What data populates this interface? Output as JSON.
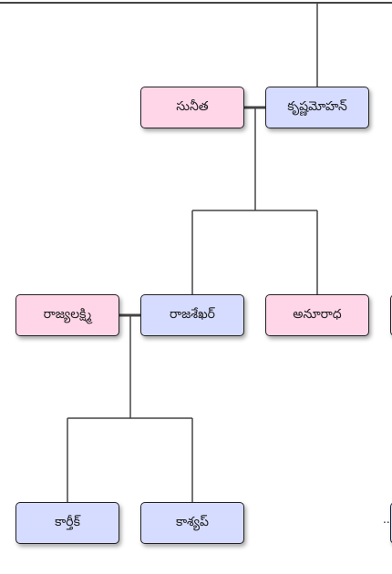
{
  "people": {
    "sunitha": {
      "name": "సునీత",
      "gender": "female"
    },
    "krishnamohan": {
      "name": "కృష్ణమోహన్",
      "gender": "male"
    },
    "rajyalakshmi": {
      "name": "రాజ్యలక్ష్మి",
      "gender": "female"
    },
    "rajasekhar": {
      "name": "రాజశేఖర్",
      "gender": "male"
    },
    "anuradha": {
      "name": "అనూరాధ",
      "gender": "female"
    },
    "karthik": {
      "name": "కార్తీక్",
      "gender": "male"
    },
    "kashyap": {
      "name": "కాశ్యప్",
      "gender": "male"
    }
  },
  "colors": {
    "female": "#ffd6e8",
    "male": "#d6dcff",
    "line": "#444444"
  },
  "partial_text": ".."
}
